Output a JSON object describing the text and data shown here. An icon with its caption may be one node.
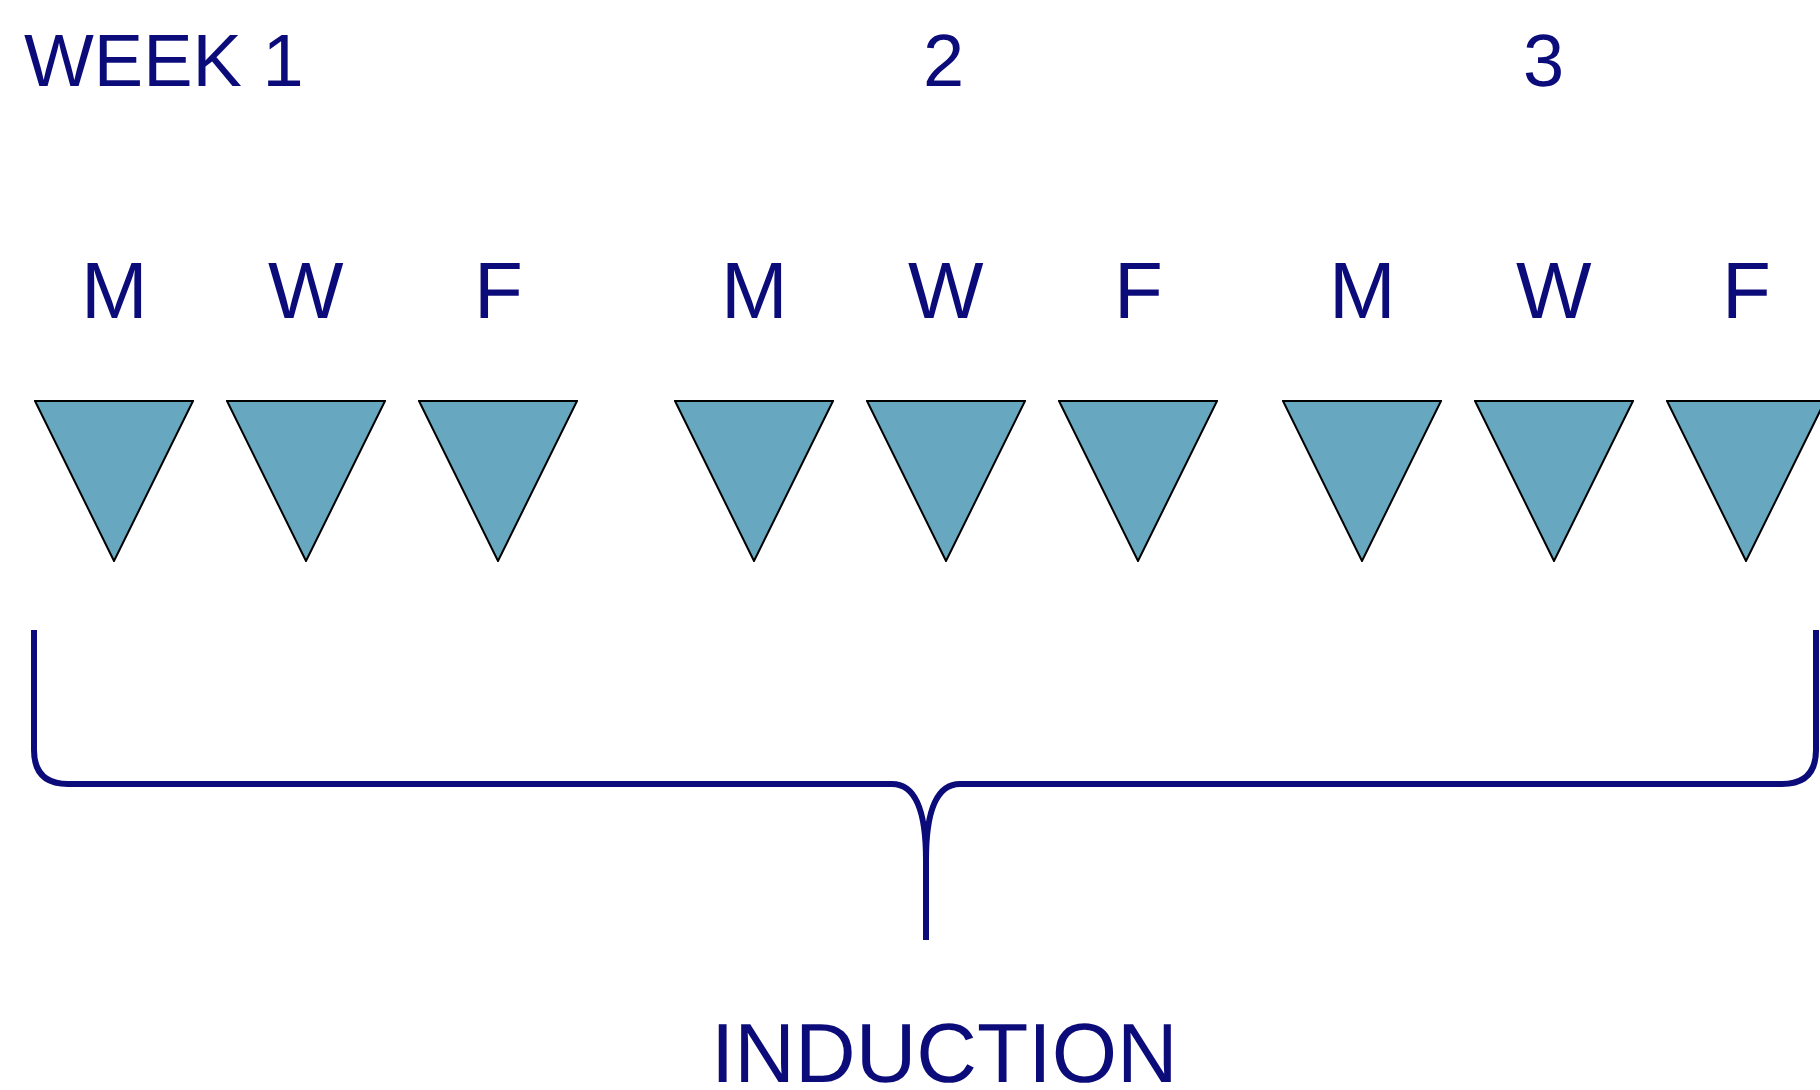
{
  "diagram": {
    "nodes": [
      {
        "text": [],
        "shape": "triangle",
        "beside": [
          "M"
        ]
      },
      {
        "text": [],
        "shape": "triangle",
        "beside": [
          "W"
        ]
      },
      {
        "text": [],
        "shape": "triangle",
        "beside": [
          "F"
        ]
      },
      {
        "text": [],
        "shape": "triangle",
        "beside": [
          "M"
        ]
      },
      {
        "text": [],
        "shape": "triangle",
        "beside": [
          "W"
        ]
      },
      {
        "text": [],
        "shape": "triangle",
        "beside": [
          "F"
        ]
      },
      {
        "text": [],
        "shape": "triangle",
        "beside": [
          "M"
        ]
      },
      {
        "text": [],
        "shape": "triangle",
        "beside": [
          "W"
        ]
      },
      {
        "text": [],
        "shape": "triangle",
        "beside": [
          "F"
        ]
      }
    ],
    "labels": [
      "WEEK 1",
      "2",
      "3",
      "INDUCTION"
    ]
  }
}
